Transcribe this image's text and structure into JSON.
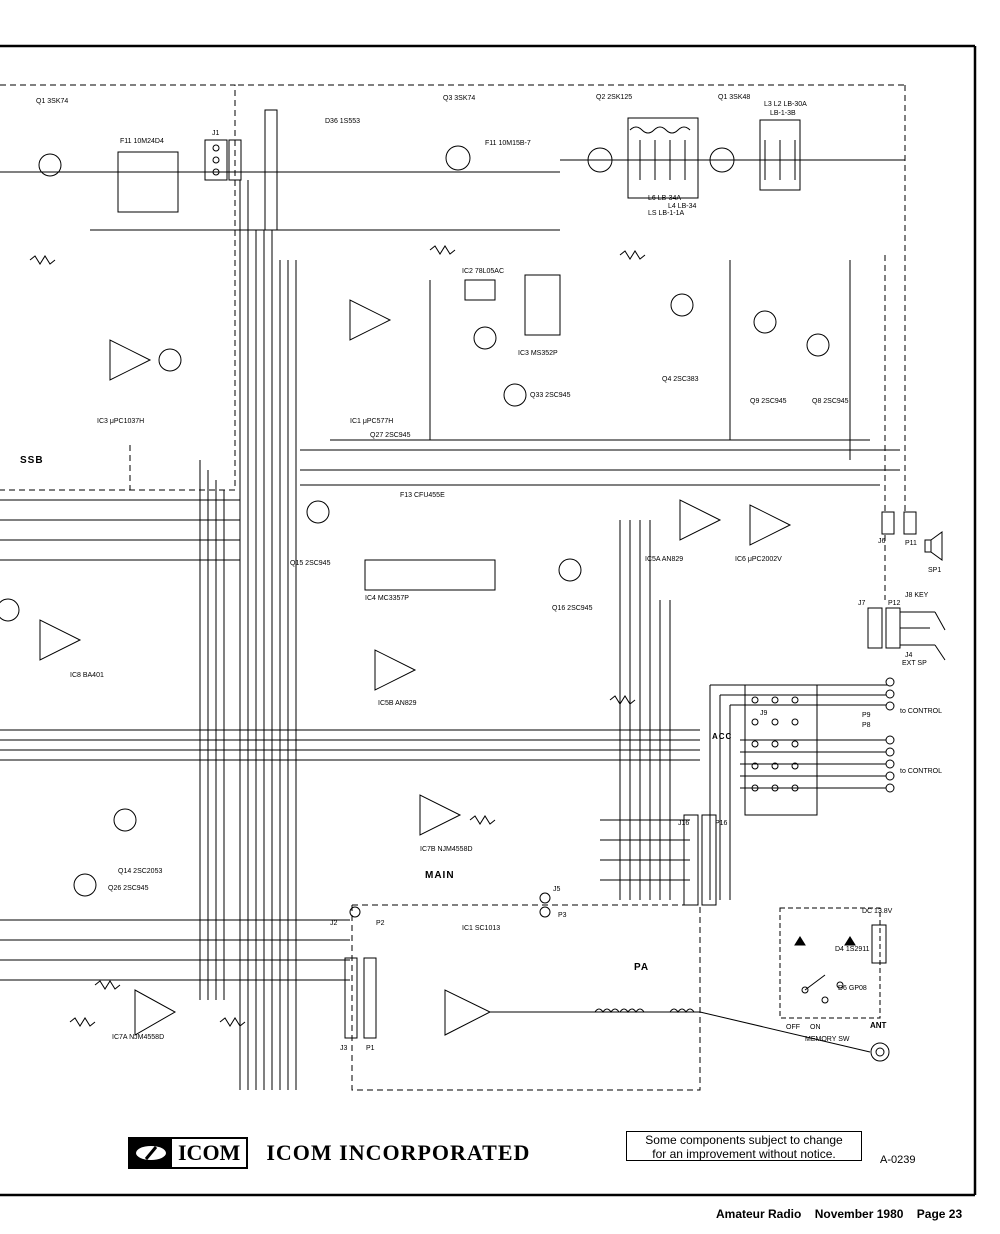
{
  "sections": {
    "ssb": "SSB",
    "main": "MAIN",
    "pa": "PA",
    "acc": "ACC"
  },
  "header_parts": [
    "Q1 3SK74",
    "F11 10M24D4",
    "J1",
    "Q3 3SK74",
    "Q2 2SK125",
    "Q1 3SK48",
    "L3 L2 LB-30A",
    "LB-1-3B",
    "D36 1S553",
    "F11 10M15B-7",
    "L6 LB-34A",
    "L4 LB-34",
    "LS LB-1-1A"
  ],
  "ic_labels": [
    "IC1 μPC577H",
    "IC2 78L05AC",
    "IC3 MS352P",
    "IC3 μPC1037H",
    "IC4 MC3357P",
    "IC5A AN829",
    "IC5B AN829",
    "IC6 μPC2002V",
    "IC7A NJM4558D",
    "IC7B NJM4558D",
    "IC8 BA401",
    "F13 CFU455E",
    "IC1 SC1013"
  ],
  "transistor_labels": [
    "Q4 2SC383",
    "Q8 2SC945",
    "Q9 2SC945",
    "Q15 2SC945",
    "Q16 2SC945",
    "Q27 2SC945",
    "Q33 2SC945",
    "Q14 2SC2053",
    "Q26 2SC945"
  ],
  "jacks": [
    "J6",
    "P11",
    "SP1",
    "J7",
    "P12",
    "J8 KEY",
    "J4",
    "EXT SP",
    "J9",
    "P9",
    "P8",
    "to CONTROL",
    "to CONTROL",
    "J16",
    "P16",
    "J3",
    "P3",
    "J2",
    "P2",
    "P1",
    "J5",
    "DC 13.8V",
    "ANT",
    "MEMORY SW",
    "OFF",
    "ON",
    "D4 1S2911",
    "D6 GP08"
  ],
  "footer": {
    "company": "ICOM INCORPORATED",
    "logo_text": "ICOM",
    "notice_line1": "Some components subject to change",
    "notice_line2": "for an improvement without notice.",
    "code": "A-0239",
    "magazine": "Amateur Radio",
    "issue": "November 1980",
    "page": "Page 23"
  }
}
